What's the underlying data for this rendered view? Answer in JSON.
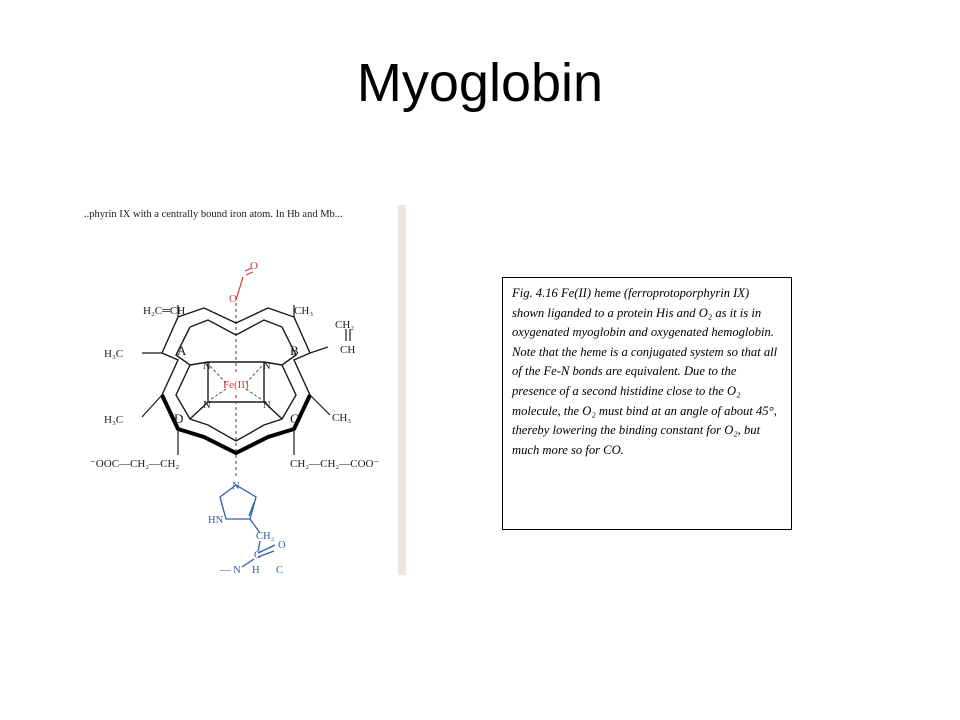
{
  "slide": {
    "title": "Myoglobin"
  },
  "figure": {
    "cropped_header_text": "..phyrin IX with a centrally bound iron atom. In Hb and Mb...",
    "labels": {
      "oxygen": "O",
      "ring_a": "A",
      "ring_b": "B",
      "ring_c": "C",
      "ring_d": "D",
      "iron": "Fe(II)",
      "nitrogen": "N",
      "vinyl_a": "H₂C═CH",
      "methyl_a": "H₃C",
      "methyl_b": "CH₃",
      "vinyl_b_ch2": "CH₂",
      "vinyl_b_ch": "CH",
      "methyl_d": "H₃C",
      "methyl_c": "CH₃",
      "propionate_left": "⁻OOC—CH₂—CH₂",
      "propionate_right": "CH₂—CH₂—COO⁻",
      "imidazole_n": "N",
      "imidazole_hn": "HN",
      "his_ch2": "CH₂",
      "his_c": "C",
      "his_o": "O",
      "his_backbone_n": "— N",
      "his_h": "H",
      "his_backbone_c": "C"
    },
    "colors": {
      "heme_structure": "#1a1a1a",
      "oxygen_iron": "#d03a3a",
      "histidine": "#2f5fa8",
      "page_edge": "#ece6dc"
    }
  },
  "caption": {
    "text": "Fig. 4.16 Fe(II) heme (ferroprotoporphyrin IX) shown liganded to a protein His and O₂ as it is in oxygenated myoglobin and oxygenated hemoglobin. Note that the heme is a conjugated system so that all of the Fe-N bonds are equivalent. Due to the presence of a second histidine close to the O₂ molecule, the O₂ must bind at an angle of about 45°, thereby lowering the binding constant for O₂, but much more so for CO."
  }
}
